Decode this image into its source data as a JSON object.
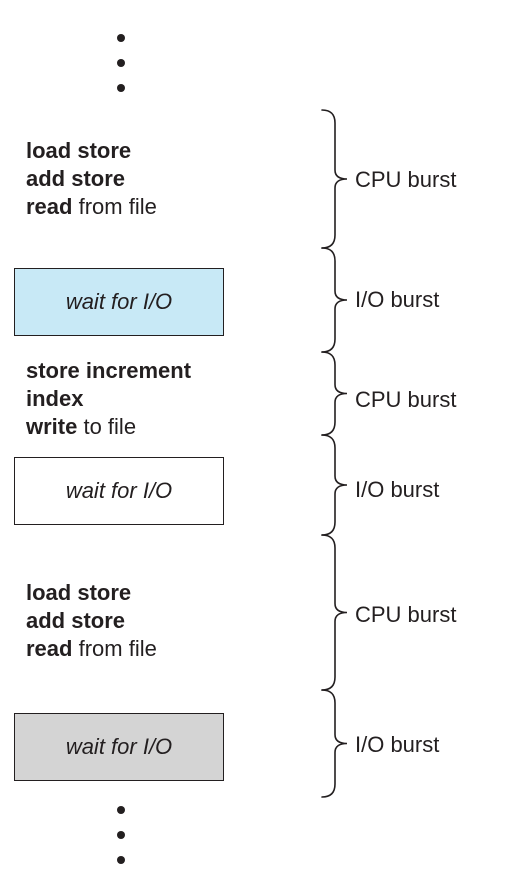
{
  "blocks": [
    {
      "lines": [
        {
          "bold": "load store",
          "normal": ""
        },
        {
          "bold": "add store",
          "normal": ""
        },
        {
          "bold": "read",
          "normal": " from file"
        }
      ]
    },
    {
      "lines": [
        {
          "bold": "store increment",
          "normal": ""
        },
        {
          "bold": "index",
          "normal": ""
        },
        {
          "bold": "write",
          "normal": " to file"
        }
      ]
    },
    {
      "lines": [
        {
          "bold": "load store",
          "normal": ""
        },
        {
          "bold": "add store",
          "normal": ""
        },
        {
          "bold": "read",
          "normal": " from file"
        }
      ]
    }
  ],
  "io_boxes": [
    {
      "label": "wait for I/O",
      "color": "#c8e9f6"
    },
    {
      "label": "wait for I/O",
      "color": "#ffffff"
    },
    {
      "label": "wait for I/O",
      "color": "#d4d4d4"
    }
  ],
  "bursts": [
    {
      "label": "CPU burst"
    },
    {
      "label": "I/O burst"
    },
    {
      "label": "CPU burst"
    },
    {
      "label": "I/O burst"
    },
    {
      "label": "CPU burst"
    },
    {
      "label": "I/O burst"
    }
  ],
  "colors": {
    "stroke": "#231f20"
  }
}
